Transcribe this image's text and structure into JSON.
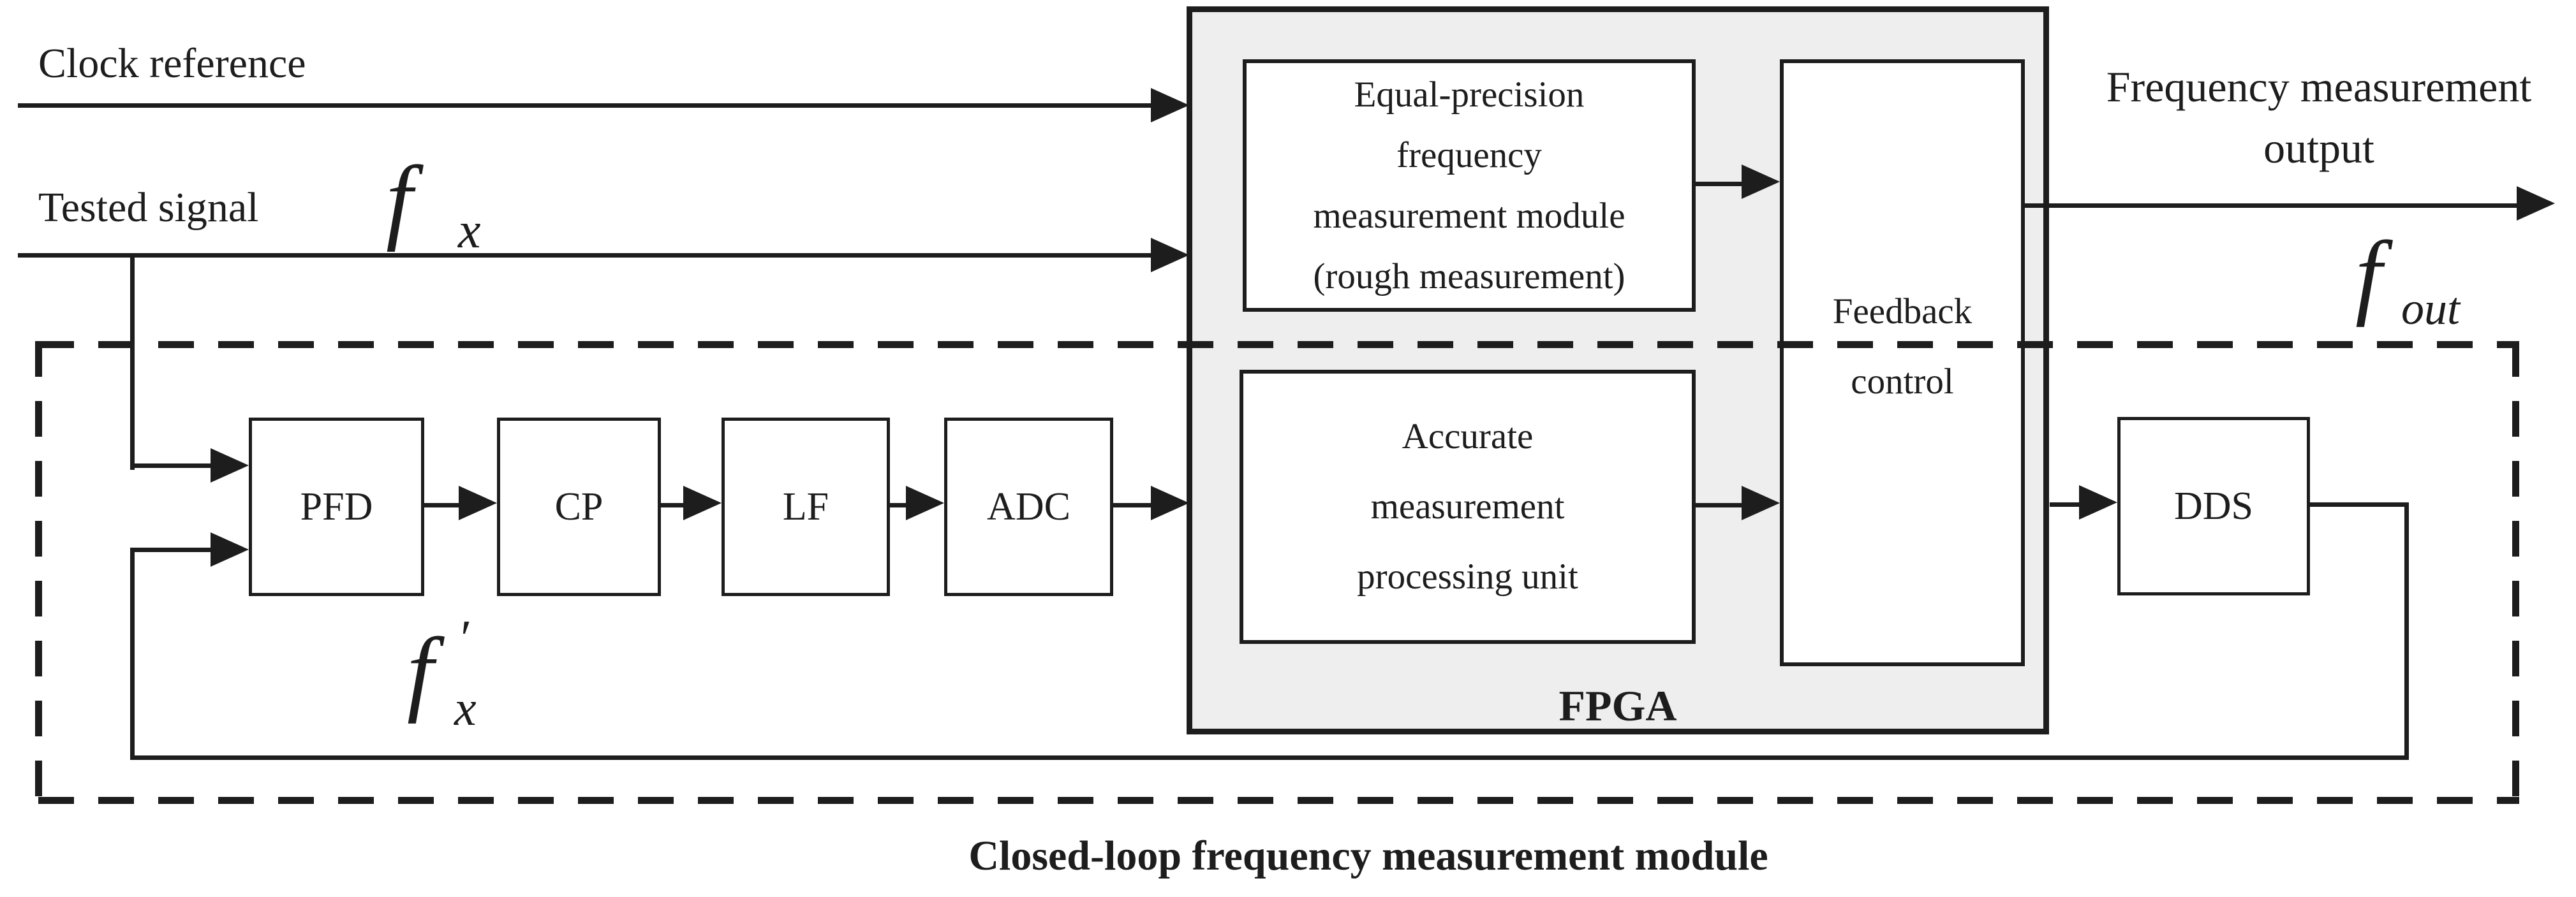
{
  "labels": {
    "clock_reference": "Clock reference",
    "tested_signal": "Tested signal",
    "caption": "Closed-loop frequency measurement module"
  },
  "math": {
    "fx": {
      "f": "f",
      "sub": "x"
    },
    "fx_prime": {
      "f": "f",
      "prime": "′",
      "sub": "x"
    },
    "fout": {
      "f": "f",
      "sub": "out"
    }
  },
  "fpga": {
    "label": "FPGA",
    "equal_precision": {
      "lines": [
        "Equal-precision",
        "frequency",
        "measurement module",
        "(rough measurement)"
      ]
    },
    "accurate": {
      "lines": [
        "Accurate",
        "measurement",
        "processing unit"
      ]
    },
    "feedback": {
      "lines": [
        "Feedback",
        "control"
      ]
    }
  },
  "blocks": {
    "pfd": "PFD",
    "cp": "CP",
    "lf": "LF",
    "adc": "ADC",
    "dds": "DDS"
  },
  "output": {
    "lines": [
      "Frequency measurement",
      "output"
    ]
  },
  "colors": {
    "line": "#1d1d1d",
    "fpga_fill": "#eeeeee",
    "background": "#ffffff"
  }
}
